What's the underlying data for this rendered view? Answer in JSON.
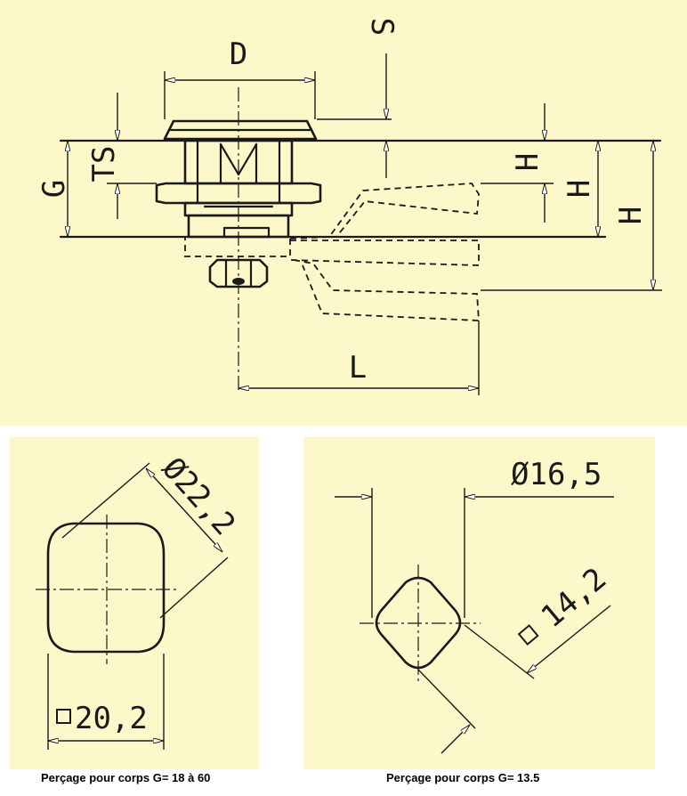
{
  "colors": {
    "background": "#fdf8c9",
    "ink": "#1a1a1a"
  },
  "side_view": {
    "label_D": "D",
    "label_S": "S",
    "label_G": "G",
    "label_TS": "TS",
    "label_H1": "H",
    "label_H2": "H",
    "label_H3": "H",
    "label_L": "L"
  },
  "cutout_left": {
    "diameter_label": "Ø22,2",
    "square_label": "20,2",
    "caption": "Perçage pour corps G= 18 à 60"
  },
  "cutout_right": {
    "diameter_label": "Ø16,5",
    "square_label": "14,2",
    "caption": "Perçage pour corps G= 13.5"
  }
}
